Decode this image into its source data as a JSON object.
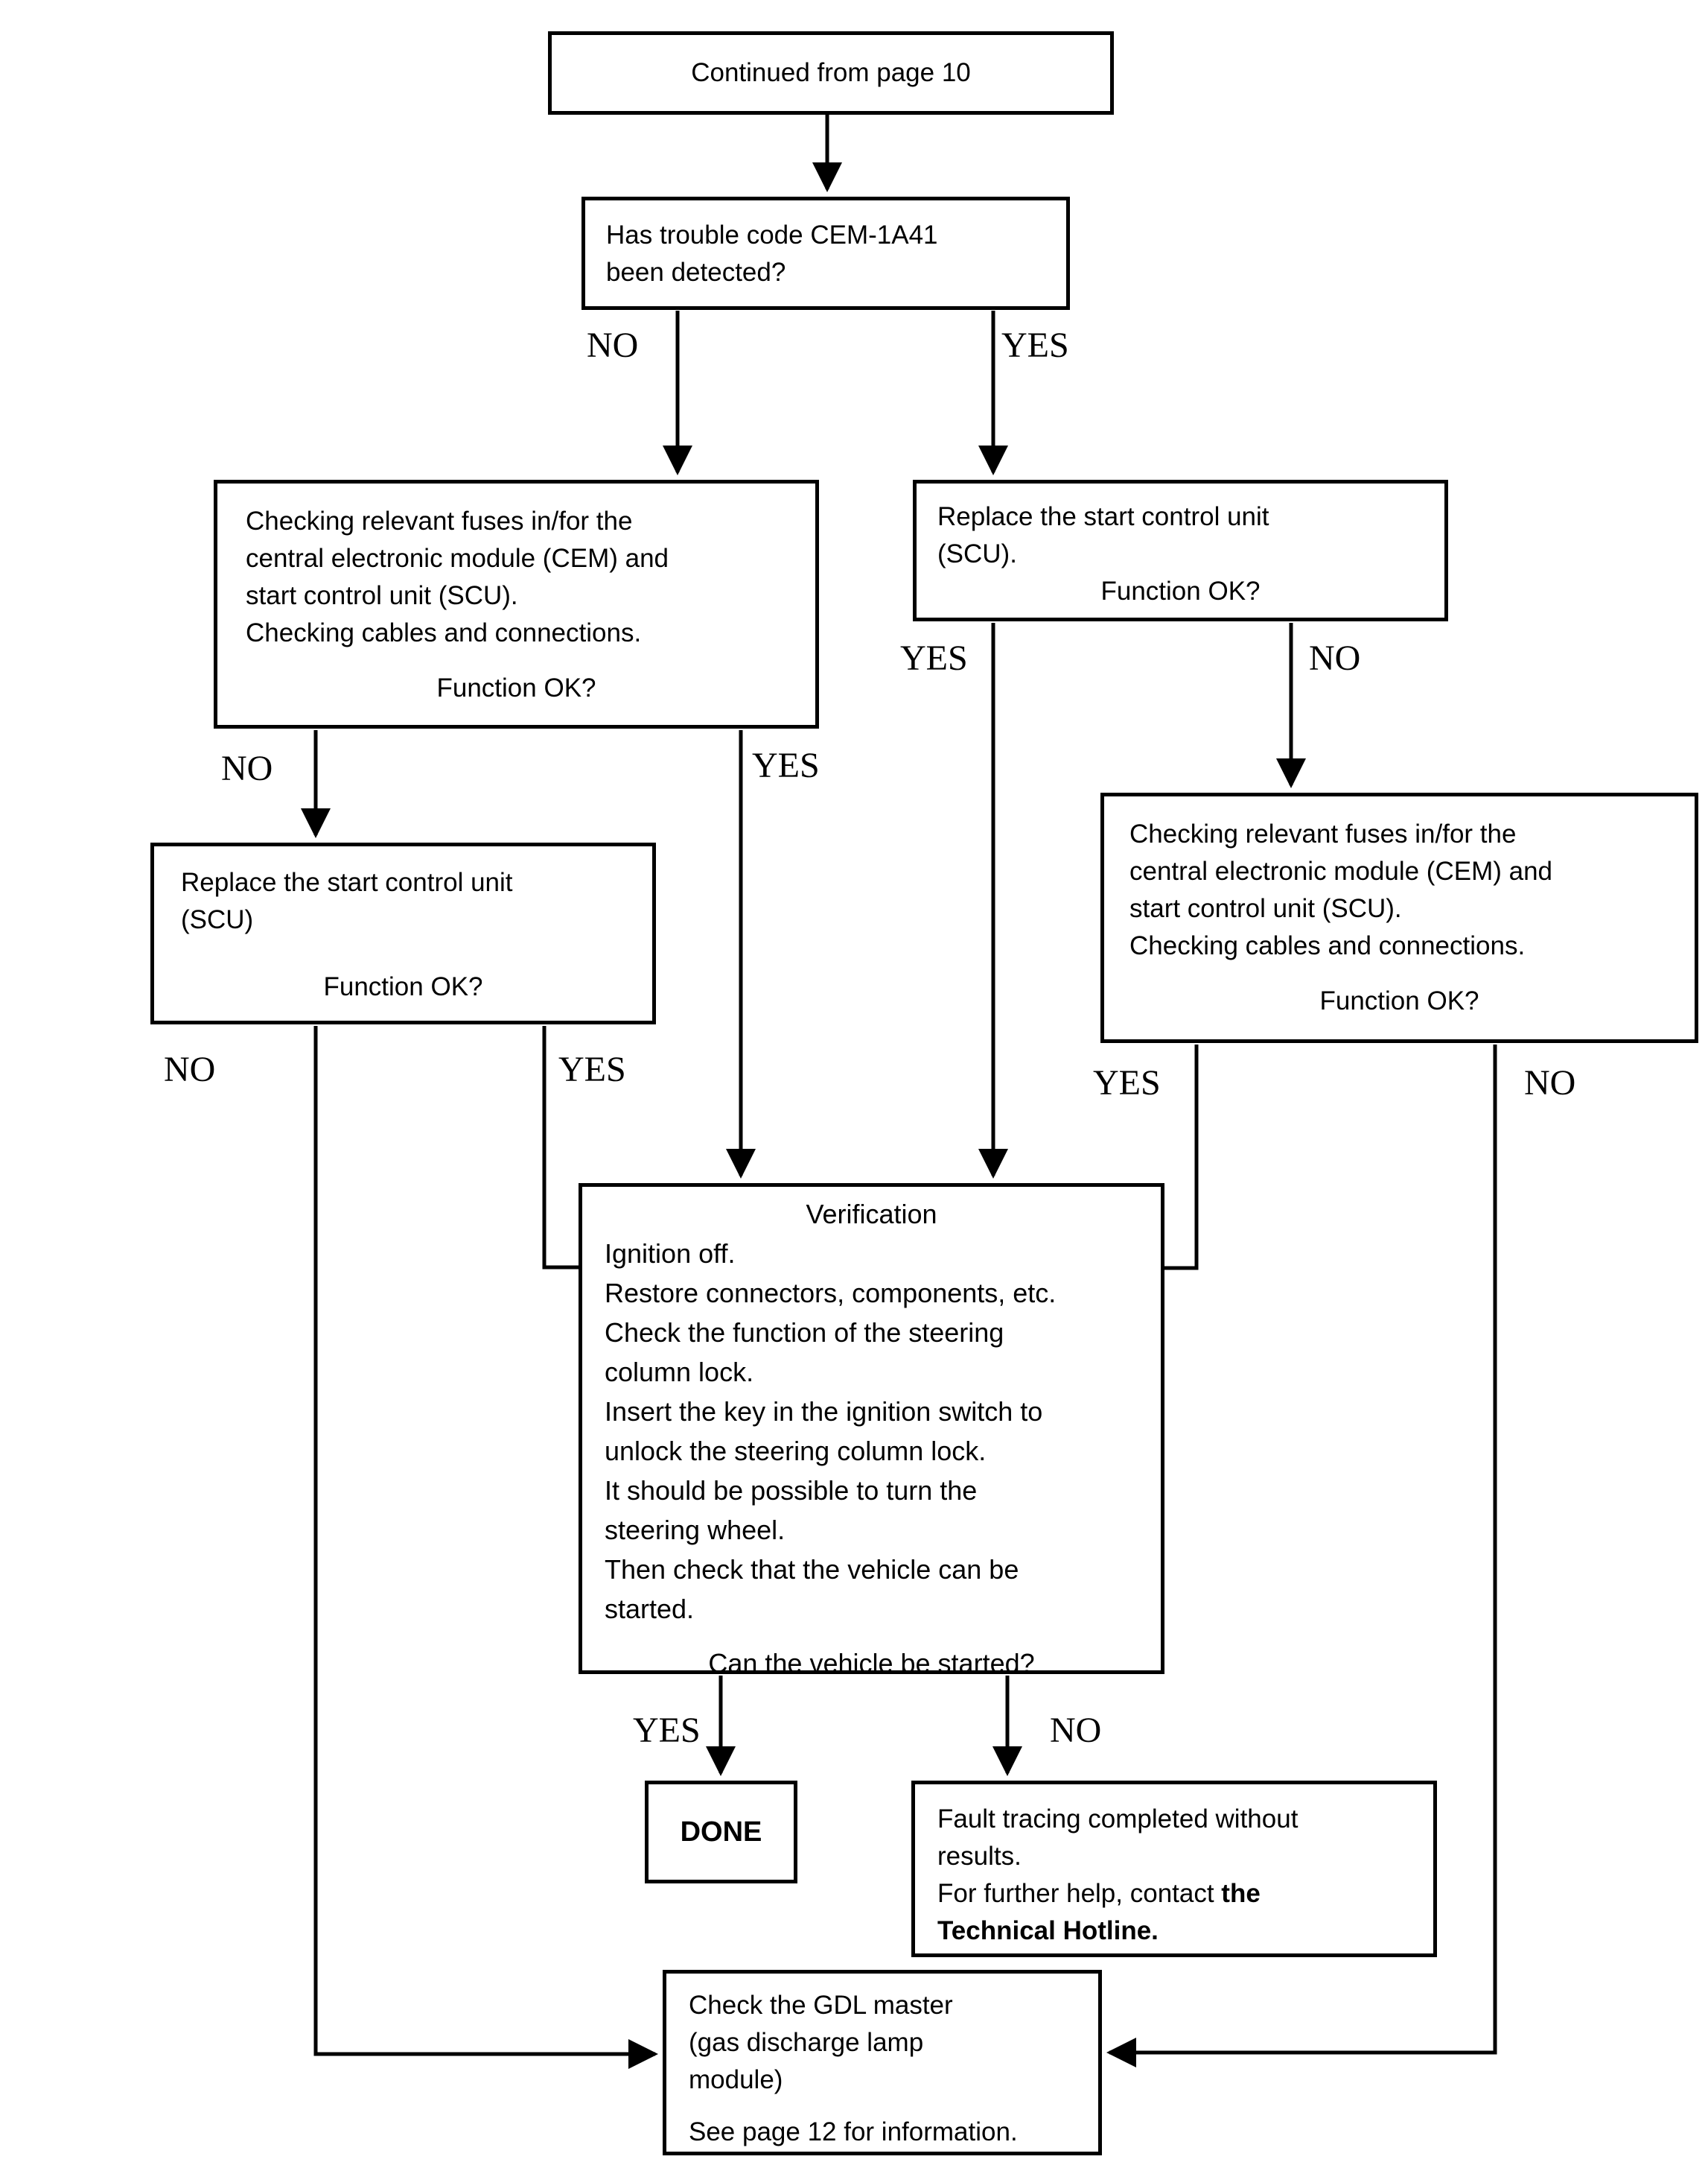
{
  "nodes": {
    "continued": {
      "text": "Continued from page 10"
    },
    "trouble": {
      "lines": [
        "Has trouble code CEM-1A41",
        "been detected?"
      ]
    },
    "check_left": {
      "lines": [
        "Checking relevant fuses in/for the",
        "central electronic module (CEM) and",
        "start control unit (SCU).",
        "Checking cables and connections."
      ],
      "question": "Function OK?"
    },
    "replace_right": {
      "lines": [
        "Replace the start control unit",
        "(SCU)."
      ],
      "question": "Function OK?"
    },
    "replace_left": {
      "lines": [
        "Replace the start control unit",
        "(SCU)"
      ],
      "question": "Function OK?"
    },
    "check_right": {
      "lines": [
        "Checking relevant fuses in/for the",
        "central electronic module (CEM) and",
        "start control unit (SCU).",
        "Checking cables and connections."
      ],
      "question": "Function OK?"
    },
    "verification": {
      "title": "Verification",
      "lines": [
        "Ignition off.",
        "Restore connectors, components, etc.",
        "Check the function of the steering",
        "column lock.",
        "Insert the key in the ignition switch to",
        "unlock the steering column lock.",
        "It should be possible to turn the",
        "steering wheel.",
        "Then check that the vehicle can be",
        "started."
      ],
      "question": "Can the vehicle be started?"
    },
    "done": {
      "text": "DONE"
    },
    "fault": {
      "line1": "Fault tracing completed without",
      "line2": "results.",
      "line3_normal": "For further help, contact ",
      "line3_bold": "the",
      "line4_bold": "Technical Hotline."
    },
    "gdl": {
      "lines": [
        "Check the GDL master",
        "(gas discharge lamp",
        "module)"
      ],
      "footer": "See page 12 for information."
    }
  },
  "edge_labels": {
    "trouble_no": "NO",
    "trouble_yes": "YES",
    "check_left_no": "NO",
    "check_left_yes": "YES",
    "replace_right_yes": "YES",
    "replace_right_no": "NO",
    "replace_left_no": "NO",
    "replace_left_yes": "YES",
    "check_right_yes": "YES",
    "check_right_no": "NO",
    "verification_yes": "YES",
    "verification_no": "NO"
  },
  "colors": {
    "line": "#000000",
    "background": "#ffffff",
    "text": "#000000"
  }
}
